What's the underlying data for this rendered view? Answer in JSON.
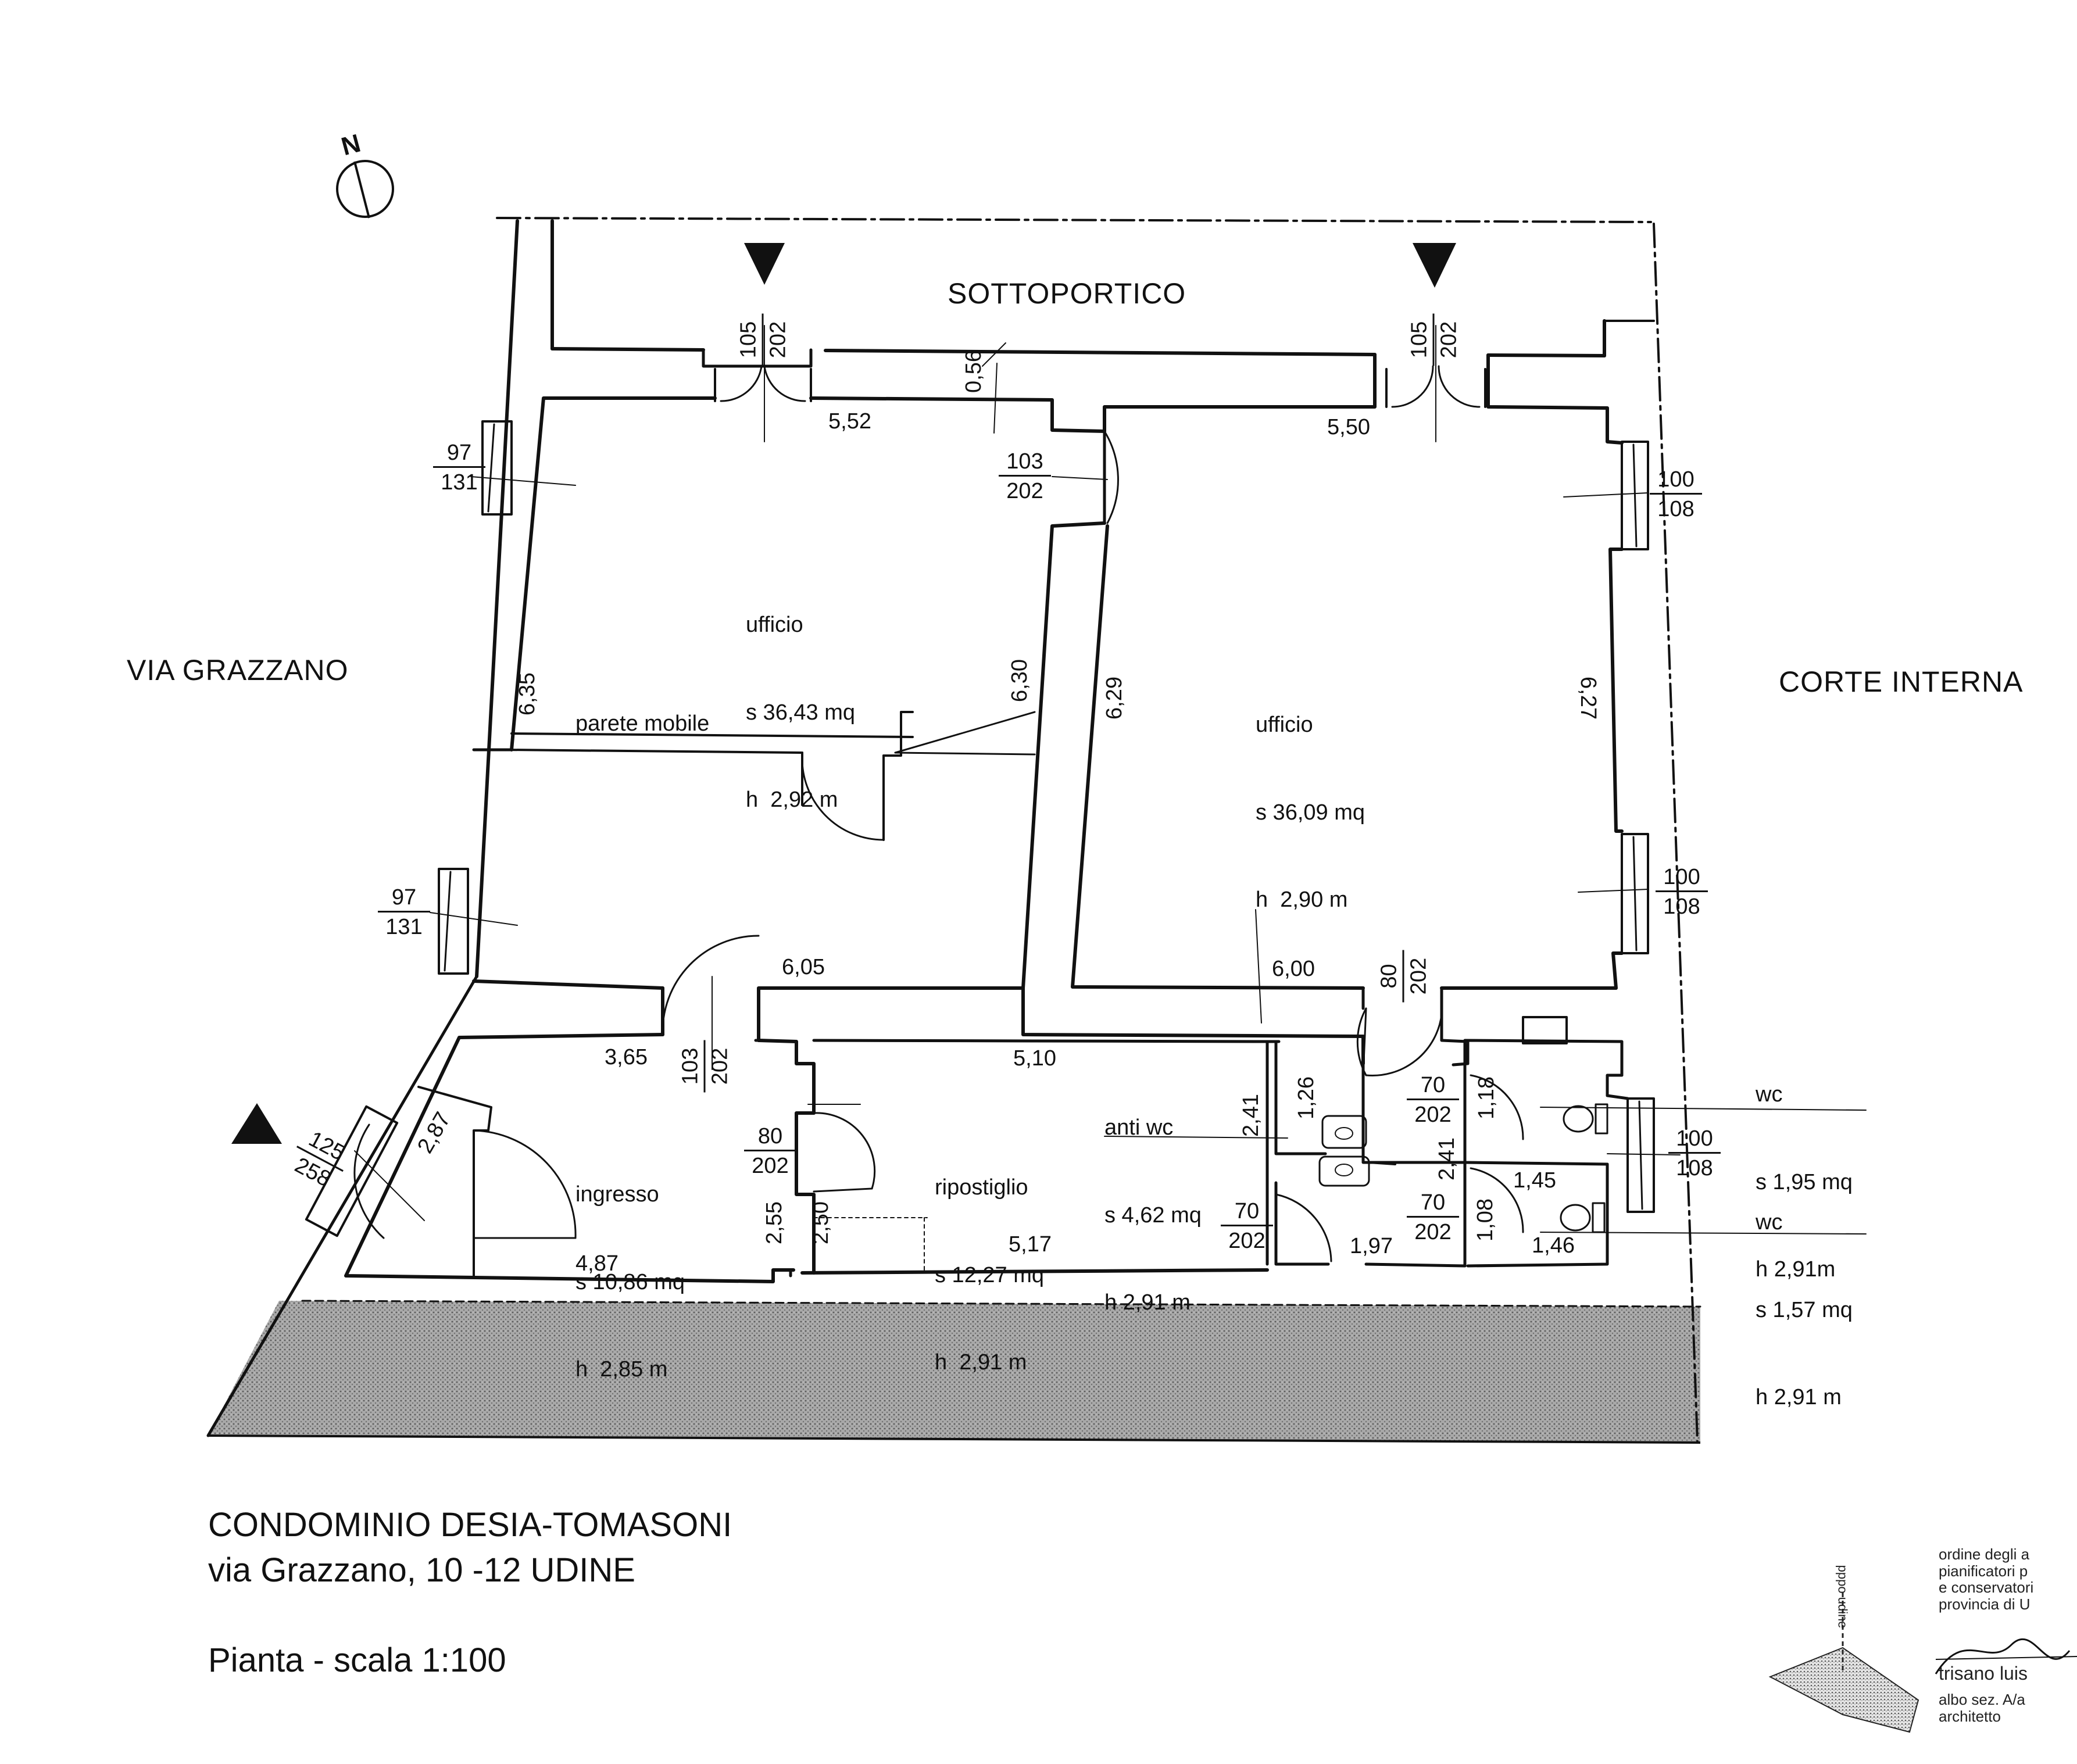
{
  "streets": {
    "top": "SOTTOPORTICO",
    "left": "VIA GRAZZANO",
    "right": "CORTE INTERNA"
  },
  "rooms": {
    "ufficio_left": {
      "name": "ufficio",
      "area": "s 36,43 mq",
      "height": "h  2,92 m"
    },
    "ufficio_right": {
      "name": "ufficio",
      "area": "s 36,09 mq",
      "height": "h  2,90 m"
    },
    "ingresso": {
      "name": "ingresso",
      "area": "s 10,86 mq",
      "height": "h  2,85 m"
    },
    "ripostiglio": {
      "name": "ripostiglio",
      "area": "s 12,27 mq",
      "height": "h  2,91 m"
    },
    "anti_wc": {
      "name": "anti wc",
      "area": "s 4,62 mq",
      "height": "h 2,91 m"
    },
    "wc1": {
      "name": "wc",
      "area": "s 1,95 mq",
      "height": "h 2,91m"
    },
    "wc2": {
      "name": "wc",
      "area": "s 1,57 mq",
      "height": "h 2,91 m"
    }
  },
  "partition_label": "parete mobile",
  "dimensions": {
    "top_left_width": "5,52",
    "top_right_width": "5,50",
    "wall_thickness": "0,56",
    "left_height": "6,35",
    "mid_height": "6,30",
    "right_room_left_height": "6,29",
    "right_room_right_height": "6,27",
    "left_bottom_width": "6,05",
    "right_bottom_width": "6,00",
    "ingresso_top": "3,65",
    "ingresso_diag": "2,87",
    "ingresso_bottom": "4,87",
    "ingresso_right": "2,55",
    "ripostiglio_top": "5,10",
    "ripostiglio_bottom": "5,17",
    "ripostiglio_left": "2,50",
    "anti_wc_height": "2,41",
    "anti_wc_inner": "1,26",
    "anti_wc_bottom": "1,97",
    "wc_mid_height": "2,41",
    "wc1_height": "1,18",
    "wc1_width": "1,45",
    "wc2_height": "1,08",
    "wc2_width": "1,46"
  },
  "openings": {
    "door_top_left": {
      "w": "105",
      "h": "202"
    },
    "door_top_right": {
      "w": "105",
      "h": "202"
    },
    "door_inner_top": {
      "w": "103",
      "h": "202"
    },
    "win_left_1": {
      "w": "97",
      "h": "131"
    },
    "win_left_2": {
      "w": "97",
      "h": "131"
    },
    "win_right_1": {
      "w": "100",
      "h": "108"
    },
    "win_right_2": {
      "w": "100",
      "h": "108"
    },
    "win_right_3": {
      "w": "100",
      "h": "108"
    },
    "door_entrance": {
      "w": "125",
      "h": "258"
    },
    "door_ingresso": {
      "w": "103",
      "h": "202"
    },
    "door_ripostiglio": {
      "w": "80",
      "h": "202"
    },
    "door_antiwc": {
      "w": "80",
      "h": "202"
    },
    "door_wc_a": {
      "w": "70",
      "h": "202"
    },
    "door_wc_b": {
      "w": "70",
      "h": "202"
    },
    "door_wc_c": {
      "w": "70",
      "h": "202"
    }
  },
  "compass": {
    "label": "N"
  },
  "title": {
    "line1": "CONDOMINIO DESIA-TOMASONI",
    "line2": "via Grazzano, 10 -12 UDINE",
    "scale": "Pianta - scala 1:100"
  },
  "stamp": {
    "text": "ordine degli a\npianificatori p\ne conservatori\nprovincia di U",
    "name": "trisano luis",
    "role": "albo sez. A/a\narchitetto",
    "side": "pppo udine"
  },
  "colors": {
    "ink": "#111111",
    "hatch": "#9a9a9a",
    "paper": "#ffffff"
  }
}
